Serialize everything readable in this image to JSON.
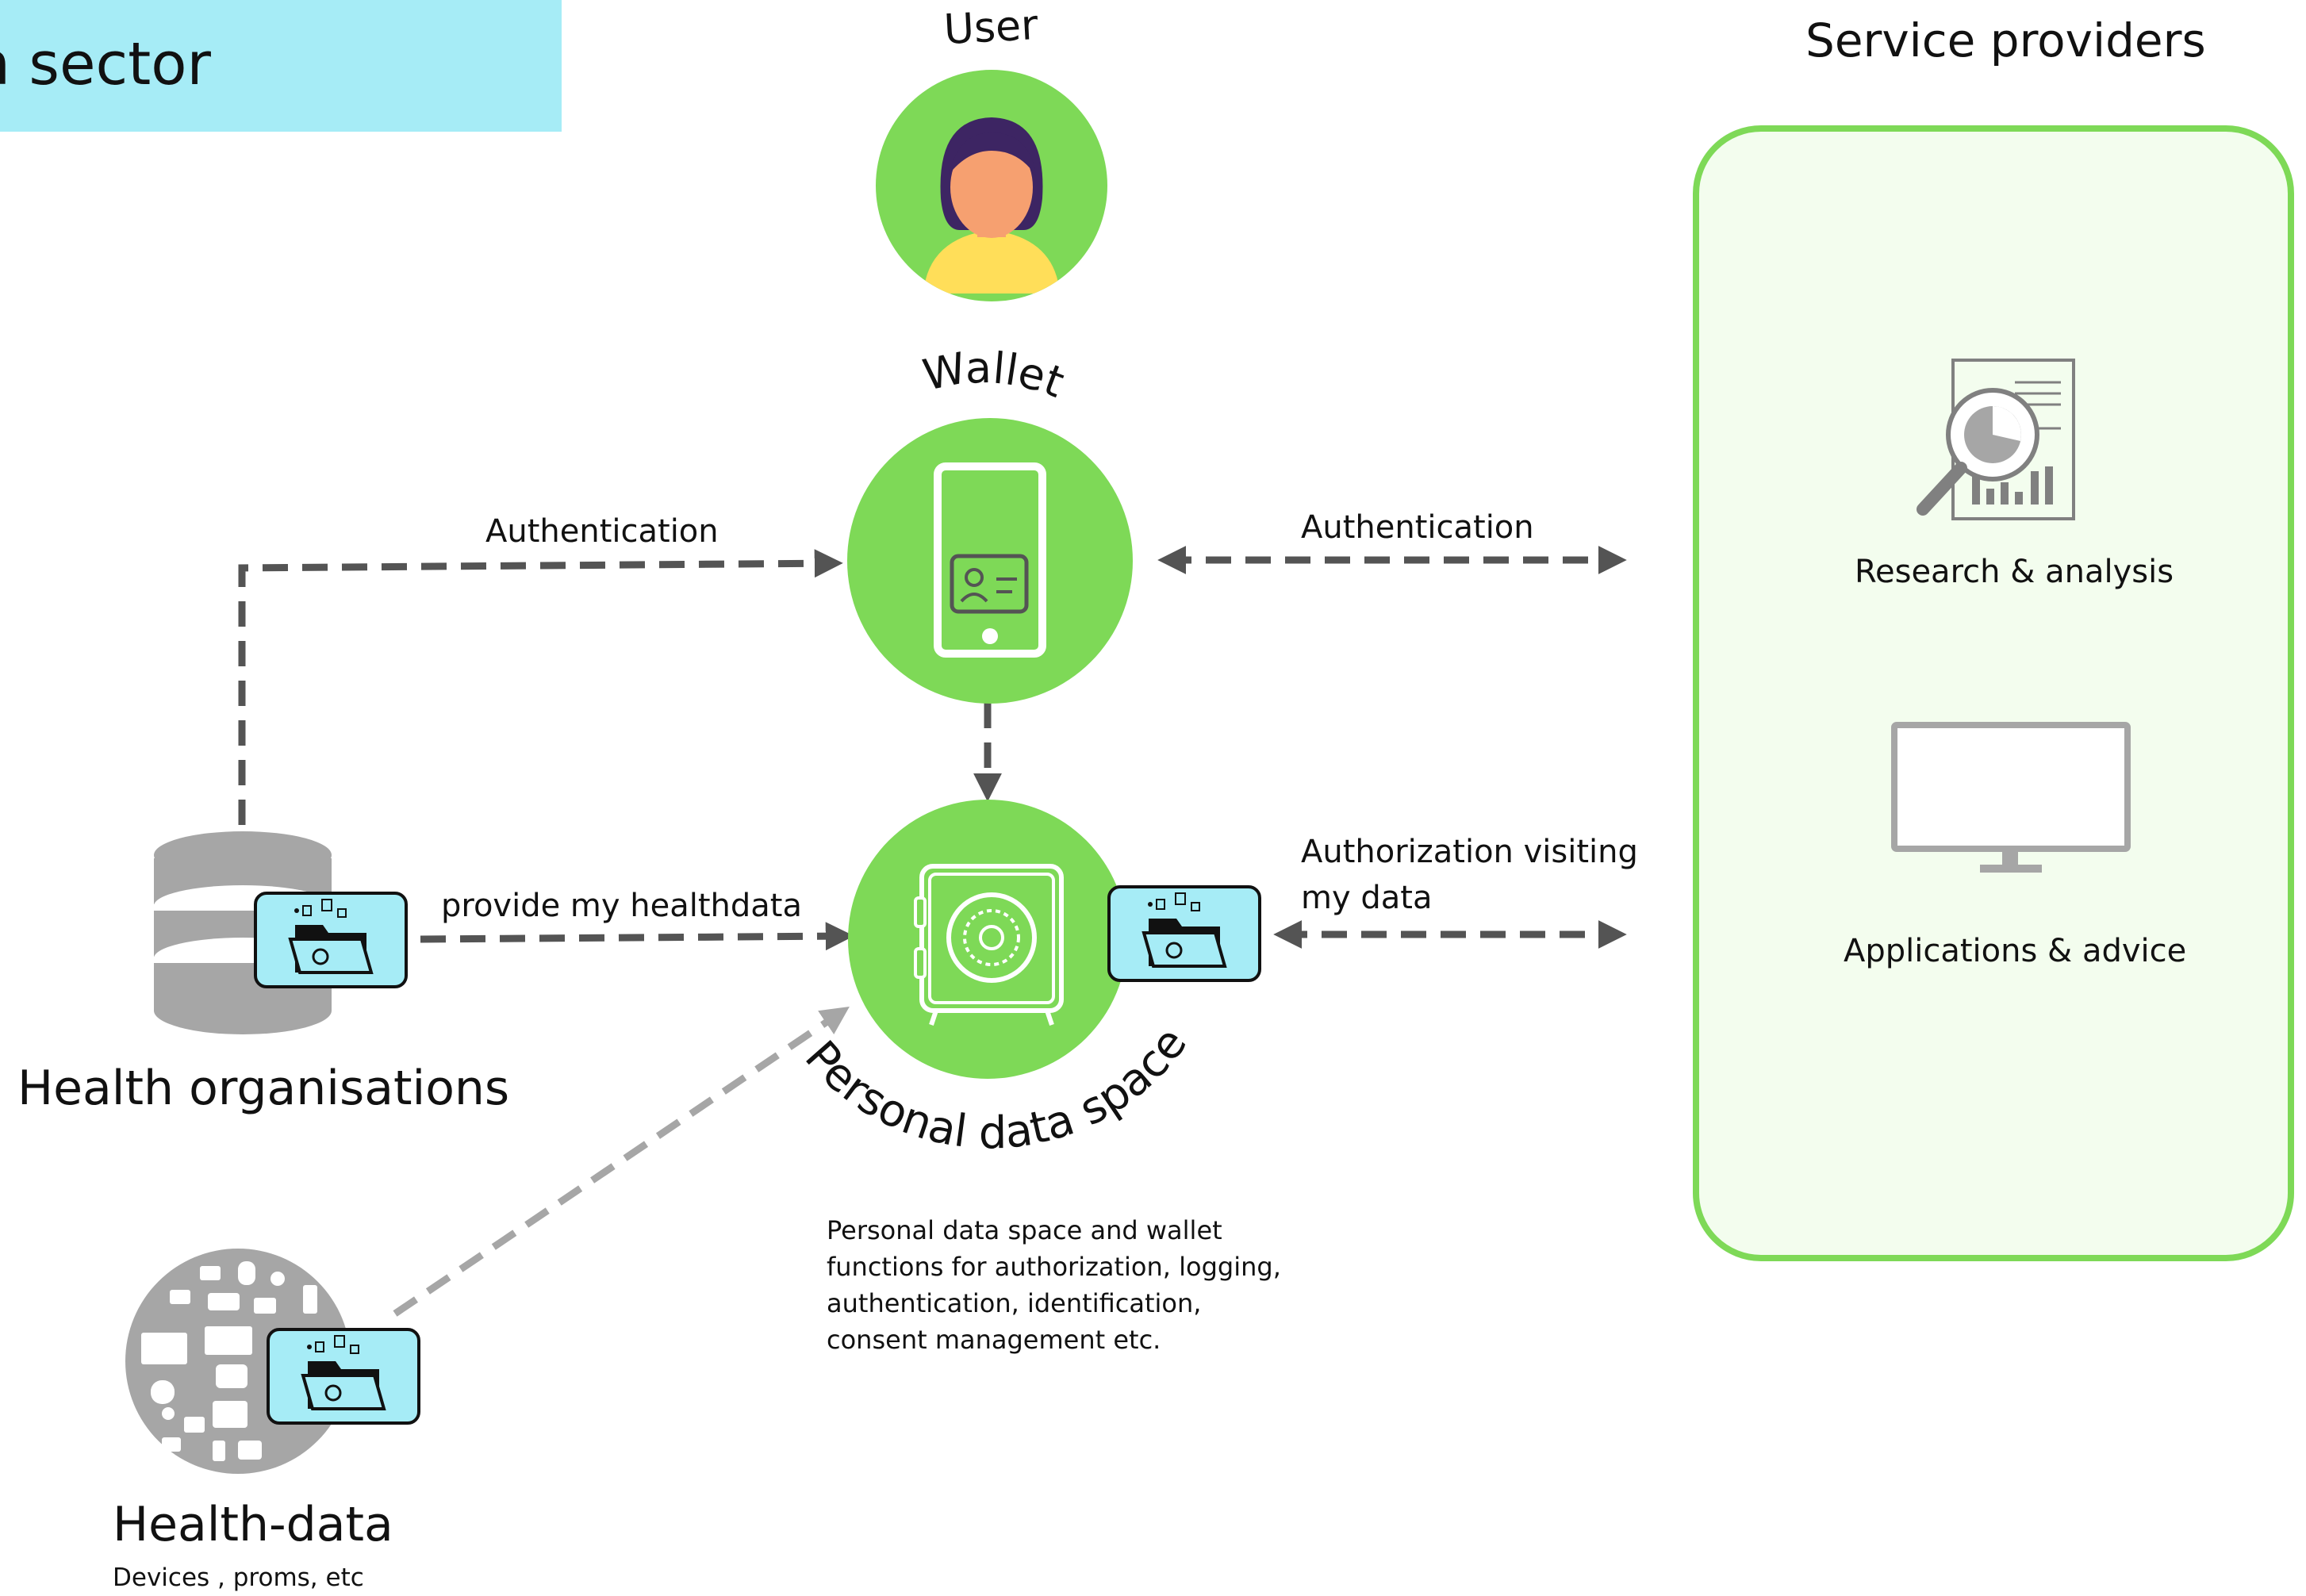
{
  "banner": {
    "title": "h sector"
  },
  "user": {
    "label": "User"
  },
  "wallet": {
    "label": "Wallet"
  },
  "service_providers": {
    "title": "Service providers",
    "items": [
      {
        "label": "Research & analysis"
      },
      {
        "label": "Applications  & advice"
      }
    ]
  },
  "health_organisations": {
    "label": "Health organisations"
  },
  "health_data": {
    "label": "Health-data",
    "sublabel": "Devices , proms, etc"
  },
  "personal_data_space": {
    "label": "Personal data space",
    "description_lines": [
      "Personal data space and wallet",
      "functions for authorization, logging,",
      "authentication, identification,",
      "consent management etc."
    ]
  },
  "edges": {
    "org_to_wallet": "Authentication",
    "wallet_to_providers": "Authentication",
    "org_to_pds": "provide my healthdata",
    "pds_to_providers_line1": "Authorization visiting",
    "pds_to_providers_line2": "my data"
  },
  "colors": {
    "green": "#7ed957",
    "cyan": "#a6ecf6",
    "arrow_dark": "#545454",
    "arrow_light": "#a6a6a6",
    "icon_gray": "#a6a6a6"
  }
}
